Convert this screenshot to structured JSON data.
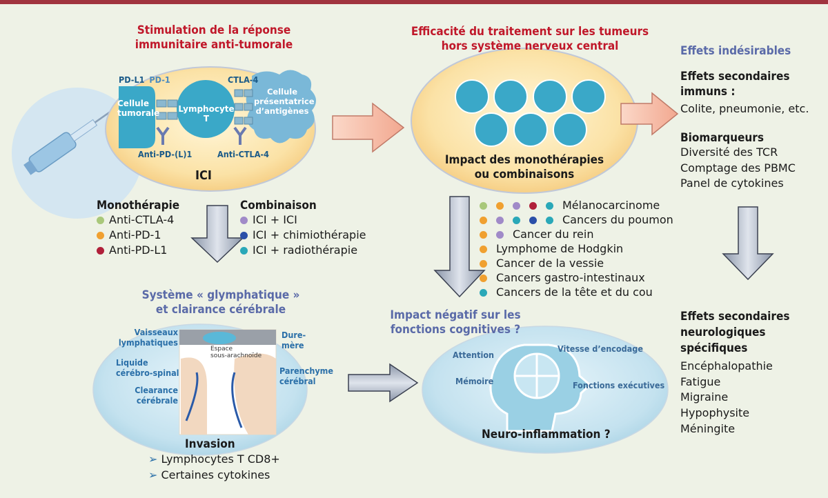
{
  "colors": {
    "green": "#a9c87a",
    "orange": "#f0a030",
    "crimson": "#b0203a",
    "purple": "#a08ac8",
    "teal": "#2aa8b8",
    "navy": "#2a4fa8",
    "red_title": "#c0182a",
    "blue_title": "#5a6aa8"
  },
  "stim": {
    "title_l1": "Stimulation de la réponse",
    "title_l2": "immunitaire anti-tumorale",
    "pdl1": "PD-L1",
    "pd1": "PD-1",
    "ctla4": "CTLA-4",
    "tumor_l1": "Cellule",
    "tumor_l2": "tumorale",
    "lympho": "Lymphocyte T",
    "apc_l1": "Cellule",
    "apc_l2": "présentatrice",
    "apc_l3": "d’antigènes",
    "anti_pdl1": "Anti-PD-(L)1",
    "anti_ctla4": "Anti-CTLA-4",
    "ici": "ICI"
  },
  "mono": {
    "title": "Monothérapie",
    "items": [
      {
        "label": "Anti-CTLA-4",
        "color": "green"
      },
      {
        "label": "Anti-PD-1",
        "color": "orange"
      },
      {
        "label": "Anti-PD-L1",
        "color": "crimson"
      }
    ]
  },
  "combo": {
    "title": "Combinaison",
    "items": [
      {
        "label": "ICI + ICI",
        "color": "purple"
      },
      {
        "label": "ICI + chimiothérapie",
        "color": "navy"
      },
      {
        "label": "ICI + radiothérapie",
        "color": "teal"
      }
    ]
  },
  "efficacy": {
    "title_l1": "Efficacité du traitement sur les tumeurs",
    "title_l2": "hors système nerveux central",
    "impact_l1": "Impact des monothérapies",
    "impact_l2": "ou combinaisons",
    "organ_icons": [
      "skin-icon",
      "lungs-icon",
      "kidneys-icon",
      "liver-icon",
      "bladder-icon",
      "stomach-icon",
      "head-icon"
    ]
  },
  "cancers": [
    {
      "label": "Mélanocarcinome",
      "dots": [
        "green",
        "orange",
        "purple",
        "crimson",
        "teal"
      ]
    },
    {
      "label": "Cancers du poumon",
      "dots": [
        "orange",
        "purple",
        "teal",
        "navy",
        "teal"
      ]
    },
    {
      "label": "Cancer du rein",
      "dots": [
        "orange",
        "purple"
      ]
    },
    {
      "label": "Lymphome de Hodgkin",
      "dots": [
        "orange"
      ]
    },
    {
      "label": "Cancer de la vessie",
      "dots": [
        "orange"
      ]
    },
    {
      "label": "Cancers gastro-intestinaux",
      "dots": [
        "orange"
      ]
    },
    {
      "label": "Cancers de la tête et du cou",
      "dots": [
        "teal"
      ]
    }
  ],
  "adverse": {
    "title": "Effets indésirables",
    "immune_title_l1": "Effets secondaires",
    "immune_title_l2": "immuns :",
    "immune_text": "Colite, pneumonie, etc.",
    "bio_title": "Biomarqueurs",
    "bio_items": [
      "Diversité des TCR",
      "Comptage des PBMC",
      "Panel de cytokines"
    ]
  },
  "neuro": {
    "title_l1": "Effets secondaires",
    "title_l2": "neurologiques",
    "title_l3": "spécifiques",
    "items": [
      "Encéphalopathie",
      "Fatigue",
      "Migraine",
      "Hypophysite",
      "Méningite"
    ]
  },
  "glymph": {
    "title_l1": "Système « glymphatique »",
    "title_l2": "et clairance cérébrale",
    "vaisseaux_l1": "Vaisseaux",
    "vaisseaux_l2": "lymphatiques",
    "liquide_l1": "Liquide",
    "liquide_l2": "cérébro-spinal",
    "clearance_l1": "Clearance",
    "clearance_l2": "cérébrale",
    "dure_l1": "Dure-",
    "dure_l2": "mère",
    "espace_l1": "Espace",
    "espace_l2": "sous-arachnoïde",
    "parenchyme_l1": "Parenchyme",
    "parenchyme_l2": "cérébral",
    "invasion": "Invasion",
    "invasion_items": [
      "Lymphocytes T CD8+",
      "Certaines cytokines"
    ]
  },
  "cognitive": {
    "title_l1": "Impact négatif sur les",
    "title_l2": "fonctions cognitives ?",
    "attention": "Attention",
    "vitesse": "Vitesse d’encodage",
    "memoire": "Mémoire",
    "executive": "Fonctions exécutives",
    "neuroinflam": "Neuro-inflammation ?"
  }
}
